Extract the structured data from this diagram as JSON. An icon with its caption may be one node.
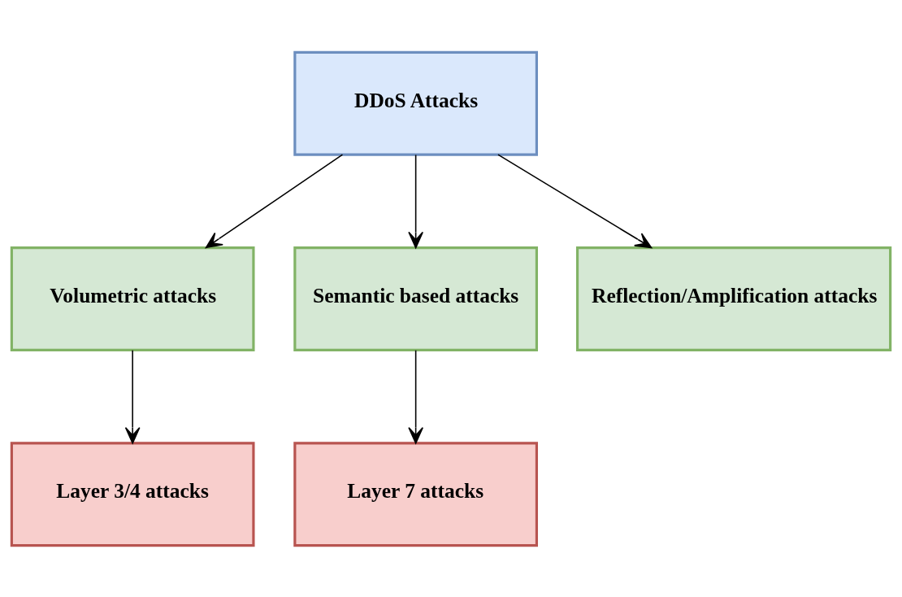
{
  "diagram": {
    "nodes": [
      {
        "text": [
          "DDoS Attacks"
        ]
      },
      {
        "text": [
          "Volumetric attacks"
        ]
      },
      {
        "text": [
          "Semantic based attacks"
        ]
      },
      {
        "text": [
          "Reflection/Amplification attacks"
        ]
      },
      {
        "text": [
          "Layer 3/4 attacks"
        ]
      },
      {
        "text": [
          "Layer 7 attacks"
        ]
      }
    ],
    "edges": [
      {
        "from": 0,
        "to": 1,
        "arrow": "to"
      },
      {
        "from": 0,
        "to": 2,
        "arrow": "to"
      },
      {
        "from": 0,
        "to": 3,
        "arrow": "to"
      },
      {
        "from": 1,
        "to": 4,
        "arrow": "to"
      },
      {
        "from": 2,
        "to": 5,
        "arrow": "to"
      }
    ]
  }
}
